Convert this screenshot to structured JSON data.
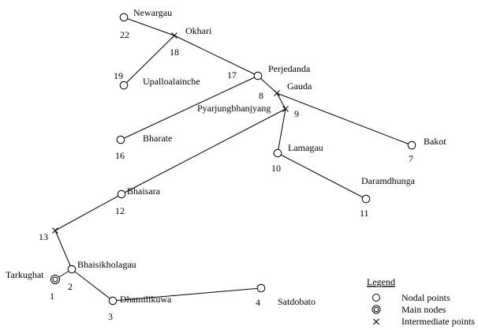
{
  "diagram": {
    "nodes": [
      {
        "id": "n1",
        "kind": "main",
        "name": "Tarkughat",
        "number": "1"
      },
      {
        "id": "n2",
        "kind": "nodal",
        "name": "Bhaisikholagau",
        "number": "2"
      },
      {
        "id": "n3",
        "kind": "nodal",
        "name": "Dhamilikuwa",
        "number": "3"
      },
      {
        "id": "n4",
        "kind": "nodal",
        "name": "Satdobato",
        "number": "4"
      },
      {
        "id": "n7",
        "kind": "nodal",
        "name": "Bakot",
        "number": "7"
      },
      {
        "id": "n8",
        "kind": "intermediate",
        "name": "Gauda",
        "number": "8"
      },
      {
        "id": "n9",
        "kind": "intermediate",
        "name": "Pyarjungbhanjyang",
        "number": "9"
      },
      {
        "id": "n10",
        "kind": "nodal",
        "name": "Lamagau",
        "number": "10"
      },
      {
        "id": "n11",
        "kind": "nodal",
        "name": "Daramdhunga",
        "number": "11"
      },
      {
        "id": "n12",
        "kind": "nodal",
        "name": "Bhaisara",
        "number": "12"
      },
      {
        "id": "n13",
        "kind": "intermediate",
        "name": "",
        "number": "13"
      },
      {
        "id": "n16",
        "kind": "nodal",
        "name": "Bharate",
        "number": "16"
      },
      {
        "id": "n17",
        "kind": "nodal",
        "name": "Perjedanda",
        "number": "17"
      },
      {
        "id": "n18",
        "kind": "intermediate",
        "name": "Okhari",
        "number": "18"
      },
      {
        "id": "n19",
        "kind": "nodal",
        "name": "Upalloalainche",
        "number": "19"
      },
      {
        "id": "n22",
        "kind": "nodal",
        "name": "Newargau",
        "number": "22"
      }
    ],
    "edges": [
      [
        "n1",
        "n2"
      ],
      [
        "n2",
        "n13"
      ],
      [
        "n2",
        "n3"
      ],
      [
        "n3",
        "n4"
      ],
      [
        "n13",
        "n12"
      ],
      [
        "n12",
        "n9"
      ],
      [
        "n9",
        "n8"
      ],
      [
        "n8",
        "n7"
      ],
      [
        "n8",
        "n17"
      ],
      [
        "n9",
        "n10"
      ],
      [
        "n10",
        "n11"
      ],
      [
        "n17",
        "n16"
      ],
      [
        "n17",
        "n18"
      ],
      [
        "n18",
        "n22"
      ],
      [
        "n18",
        "n19"
      ]
    ]
  },
  "legend": {
    "title": "Legend",
    "items": [
      {
        "kind": "nodal",
        "label": "Nodal points"
      },
      {
        "kind": "main",
        "label": "Main nodes"
      },
      {
        "kind": "intermediate",
        "label": "Intermediate points"
      }
    ]
  }
}
